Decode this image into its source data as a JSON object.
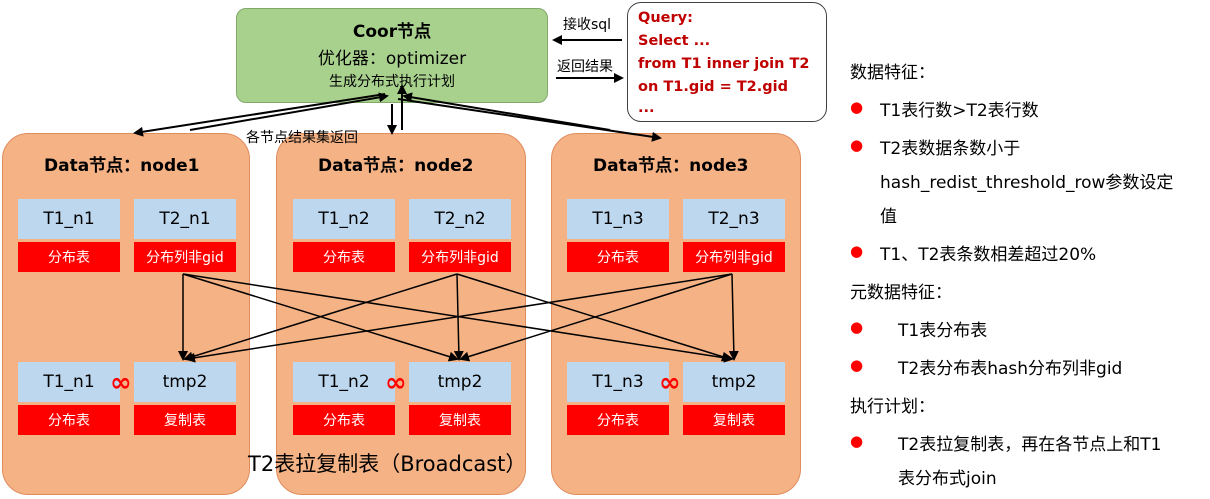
{
  "coor": {
    "title": "Coor节点",
    "optimizer": "优化器：optimizer",
    "plan": "生成分布式执行计划"
  },
  "query": {
    "lines": [
      "Query:",
      "Select ...",
      "from T1 inner join T2",
      "on T1.gid = T2.gid",
      "..."
    ]
  },
  "labels": {
    "receive_sql": "接收sql",
    "return_result": "返回结果",
    "node_results_return": "各节点结果集返回",
    "broadcast_caption": "T2表拉复制表（Broadcast）"
  },
  "nodes": [
    {
      "title": "Data节点：node1",
      "t1": "T1_n1",
      "t2": "T2_n1",
      "t1_type": "分布表",
      "t2_type": "分布列非gid",
      "t1b": "T1_n1",
      "tmp": "tmp2",
      "t1b_type": "分布表",
      "tmp_type": "复制表"
    },
    {
      "title": "Data节点：node2",
      "t1": "T1_n2",
      "t2": "T2_n2",
      "t1_type": "分布表",
      "t2_type": "分布列非gid",
      "t1b": "T1_n2",
      "tmp": "tmp2",
      "t1b_type": "分布表",
      "tmp_type": "复制表"
    },
    {
      "title": "Data节点：node3",
      "t1": "T1_n3",
      "t2": "T2_n3",
      "t1_type": "分布表",
      "t2_type": "分布列非gid",
      "t1b": "T1_n3",
      "tmp": "tmp2",
      "t1b_type": "分布表",
      "tmp_type": "复制表"
    }
  ],
  "panel": {
    "data_features_heading": "数据特征：",
    "data_features": [
      "T1表行数>T2表行数",
      "T2表数据条数小于",
      "hash_redist_threshold_row参数设定",
      "值",
      "T1、T2表条数相差超过20%"
    ],
    "meta_features_heading": "元数据特征：",
    "meta_features": [
      "T1表分布表",
      "T2表分布表hash分布列非gid"
    ],
    "plan_heading": "执行计划：",
    "plan_items": [
      "T2表拉复制表，再在各节点上和T1",
      "表分布式join"
    ]
  },
  "colors": {
    "coor_fill": "#a9d18e",
    "node_fill": "#f4b183",
    "table_fill": "#bdd7ee",
    "tag_fill": "#ff0000",
    "query_text": "#c00000",
    "bullet": "#ff0000"
  }
}
